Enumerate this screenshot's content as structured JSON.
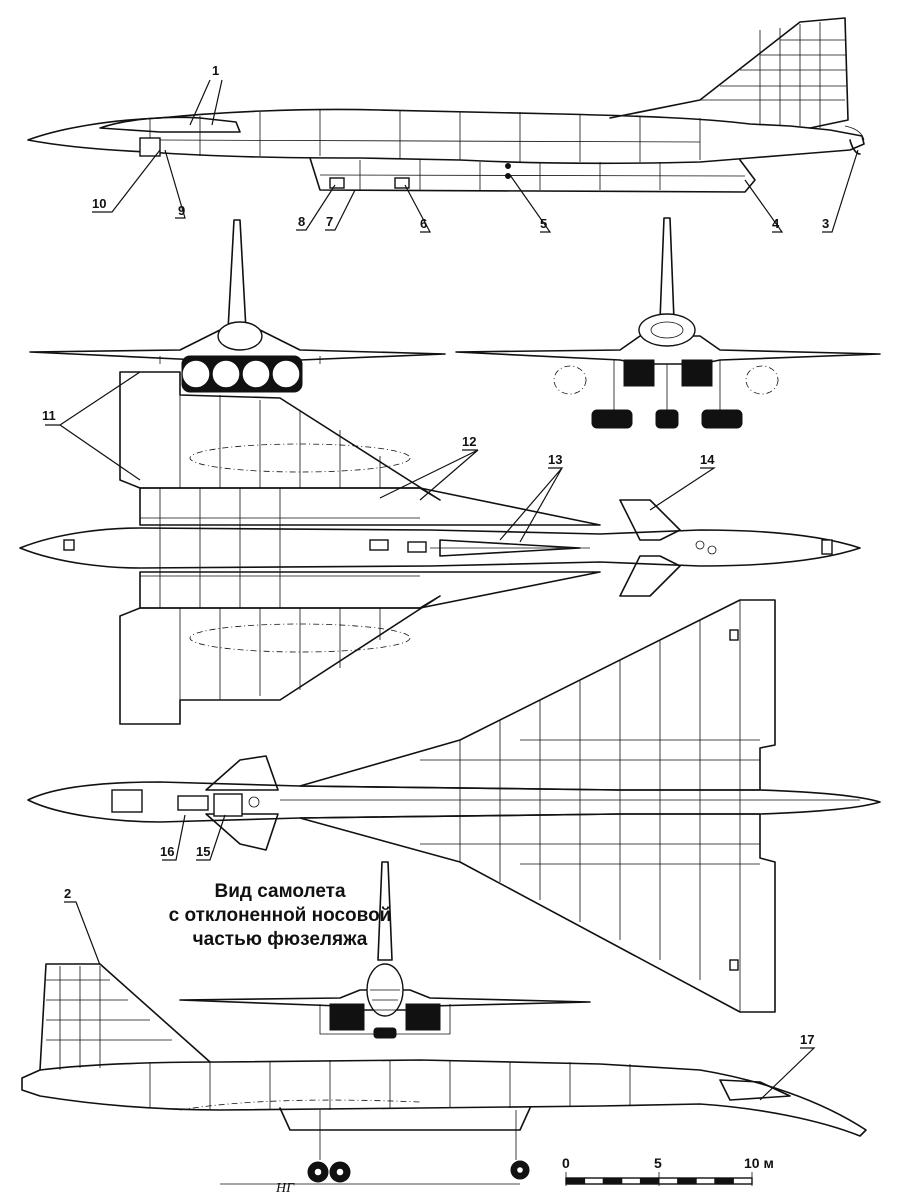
{
  "callouts": {
    "c1": "1",
    "c2": "2",
    "c3": "3",
    "c4": "4",
    "c5": "5",
    "c6": "6",
    "c7": "7",
    "c8": "8",
    "c9": "9",
    "c10": "10",
    "c11": "11",
    "c12": "12",
    "c13": "13",
    "c14": "14",
    "c15": "15",
    "c16": "16",
    "c17": "17"
  },
  "caption": {
    "line1": "Вид самолета",
    "line2": "с отклоненной носовой",
    "line3": "частью фюзеляжа"
  },
  "scale": {
    "zero": "0",
    "five": "5",
    "ten": "10 м"
  },
  "signature": "НГ"
}
